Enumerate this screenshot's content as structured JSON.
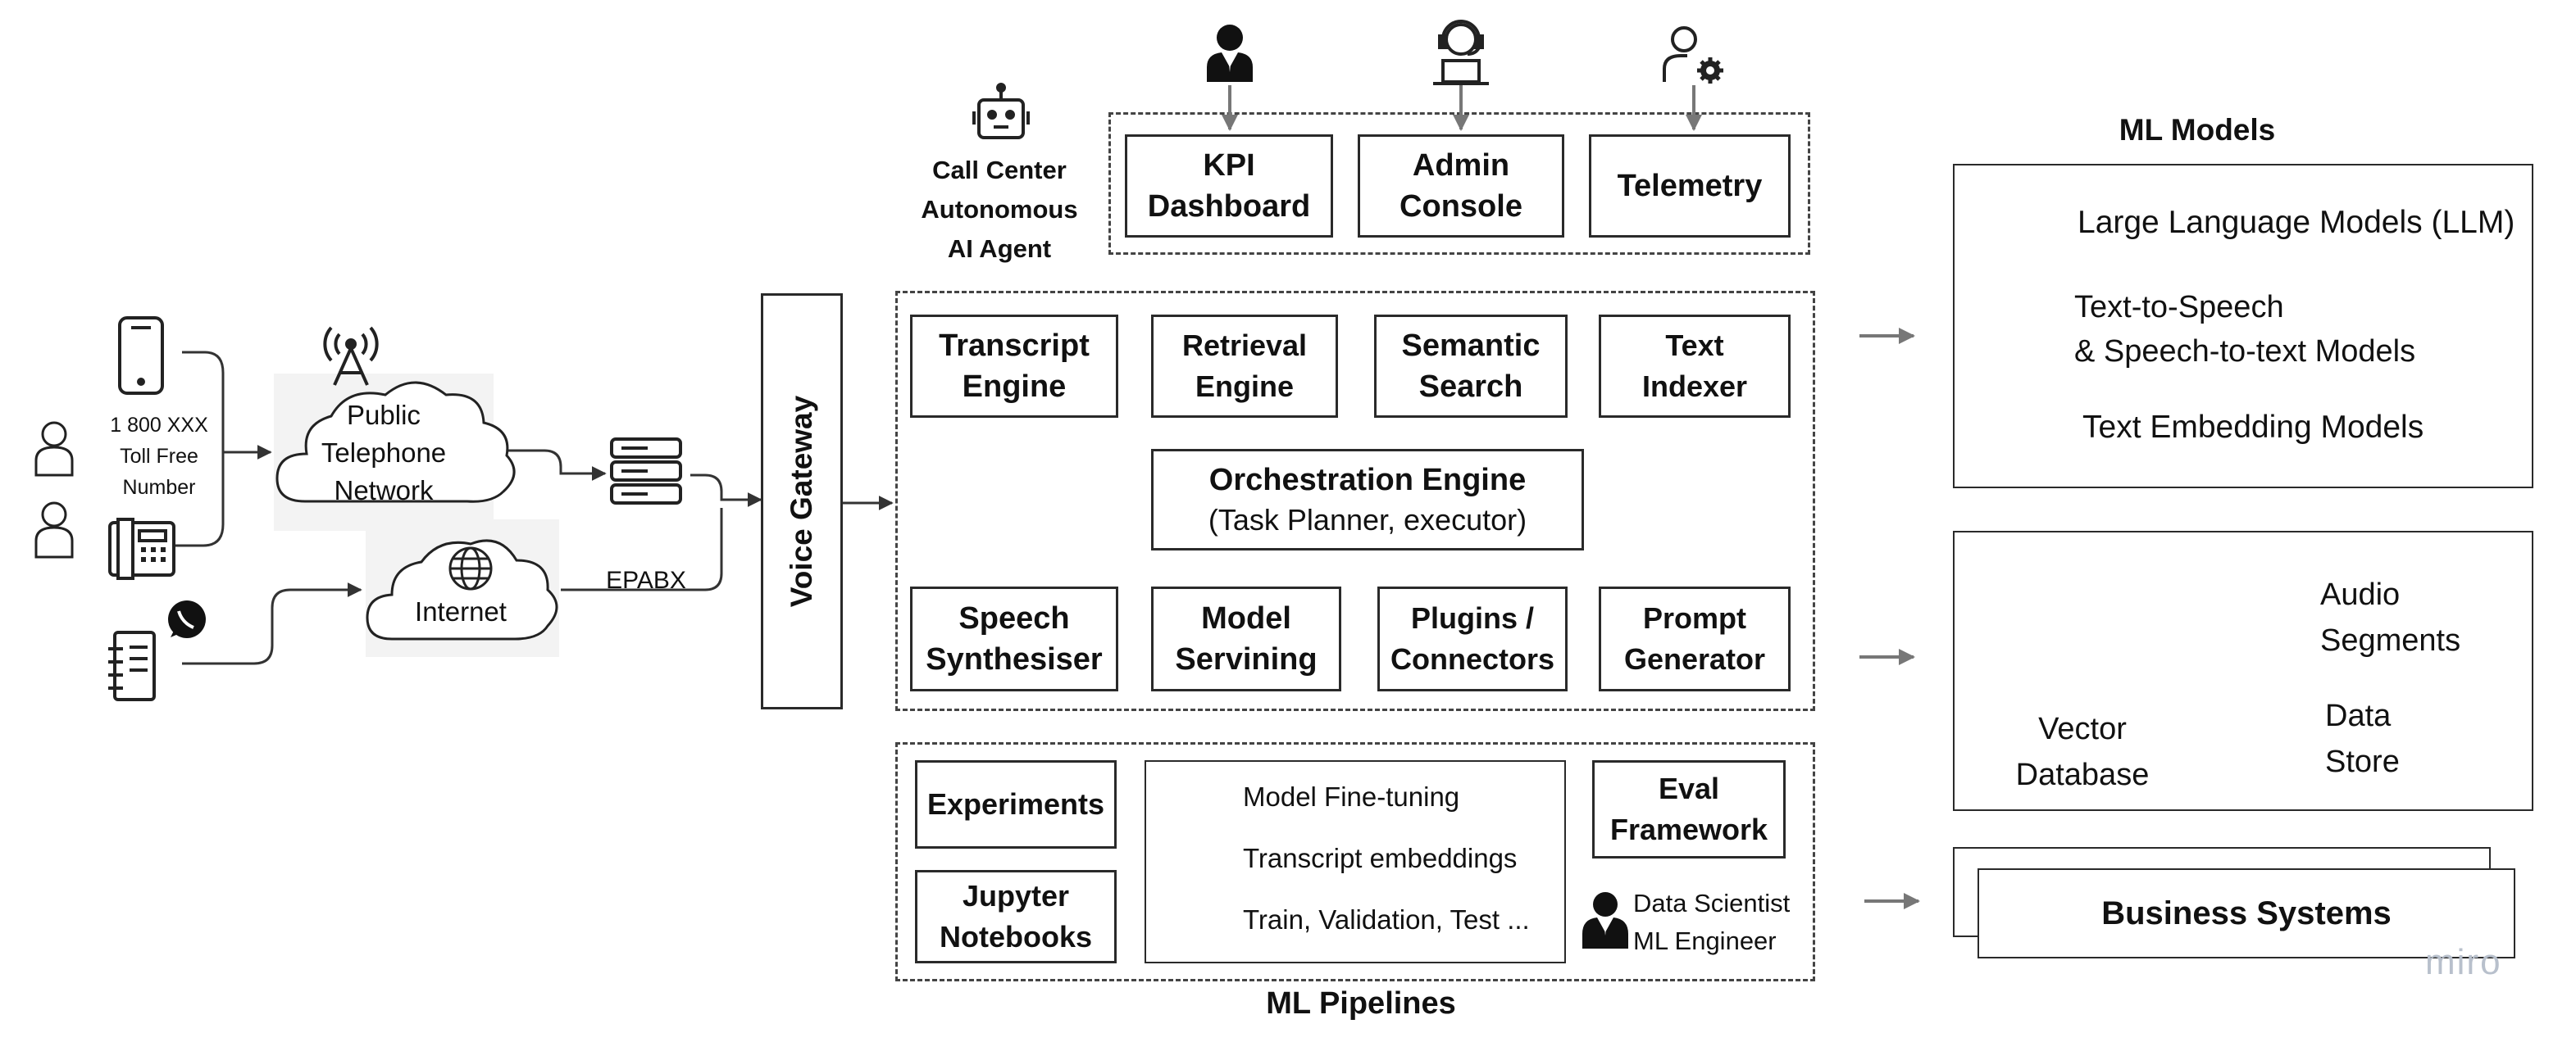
{
  "user_side": {
    "toll_free": [
      "1 800 XXX",
      "Toll Free",
      "Number"
    ],
    "pstn": [
      "Public",
      "Telephone",
      "Network"
    ],
    "internet": "Internet",
    "epabx": "EPABX",
    "voice_gateway": "Voice Gateway"
  },
  "agent": {
    "title": [
      "Call Center",
      "Autonomous",
      "AI Agent"
    ]
  },
  "consoles": {
    "kpi": [
      "KPI",
      "Dashboard"
    ],
    "admin": [
      "Admin",
      "Console"
    ],
    "telemetry": "Telemetry"
  },
  "engine": {
    "transcript": [
      "Transcript",
      "Engine"
    ],
    "retrieval": [
      "Retrieval",
      "Engine"
    ],
    "semantic": [
      "Semantic",
      "Search"
    ],
    "indexer": [
      "Text",
      "Indexer"
    ],
    "orchestration_title": "Orchestration Engine",
    "orchestration_sub": "(Task Planner, executor)",
    "speech": [
      "Speech",
      "Synthesiser"
    ],
    "model": [
      "Model",
      "Servining"
    ],
    "plugins": [
      "Plugins /",
      "Connectors"
    ],
    "prompt": [
      "Prompt",
      "Generator"
    ]
  },
  "pipelines": {
    "title": "ML Pipelines",
    "experiments": "Experiments",
    "jupyter": [
      "Jupyter",
      "Notebooks"
    ],
    "items": [
      "Model Fine-tuning",
      "Transcript embeddings",
      "Train, Validation, Test ..."
    ],
    "eval": [
      "Eval",
      "Framework"
    ],
    "roles": [
      "Data Scientist",
      "ML Engineer"
    ]
  },
  "ml_models": {
    "title": "ML Models",
    "llm": "Large Language Models (LLM)",
    "tts": [
      "Text-to-Speech",
      "& Speech-to-text Models"
    ],
    "embedding": "Text Embedding Models"
  },
  "storage": {
    "vector": [
      "Vector",
      "Database"
    ],
    "audio": [
      "Audio",
      "Segments"
    ],
    "data": [
      "Data",
      "Store"
    ]
  },
  "business": "Business Systems",
  "watermark": "miro",
  "colors": {
    "stroke": "#2a2a2a",
    "arrow": "#777777",
    "watermark": "#b8c0cc"
  }
}
